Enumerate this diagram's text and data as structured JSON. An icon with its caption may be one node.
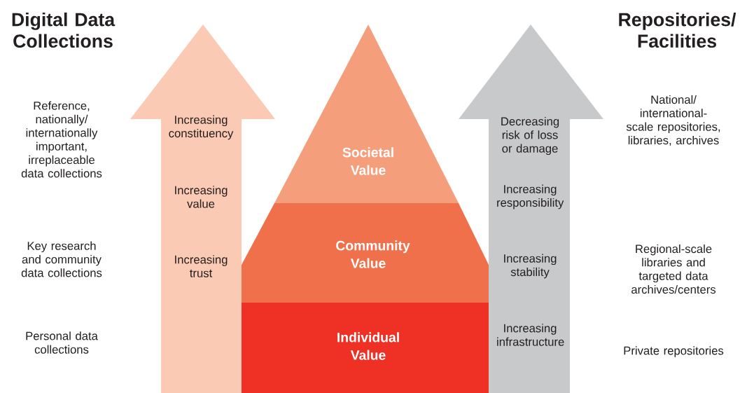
{
  "diagram": {
    "nodes": [
      {
        "text": [
          "Increasing constituency",
          "Increasing value",
          "Increasing trust"
        ]
      },
      {
        "text": [
          "Societal Value"
        ]
      },
      {
        "text": [
          "Community Value"
        ]
      },
      {
        "text": [
          "Individual Value"
        ]
      },
      {
        "text": [
          "Decreasing risk of loss or damage",
          "Increasing responsibility",
          "Increasing stability",
          "Increasing infrastructure"
        ]
      }
    ],
    "labels": [
      "Digital Data Collections",
      "Repositories/ Facilities",
      "Reference, nationally/ internationally important, irreplaceable data collections",
      "Key research and community data collections",
      "Personal data collections",
      "National/ international-scale repositories, libraries, archives",
      "Regional-scale libraries and targeted data archives/centers",
      "Private repositories"
    ]
  }
}
